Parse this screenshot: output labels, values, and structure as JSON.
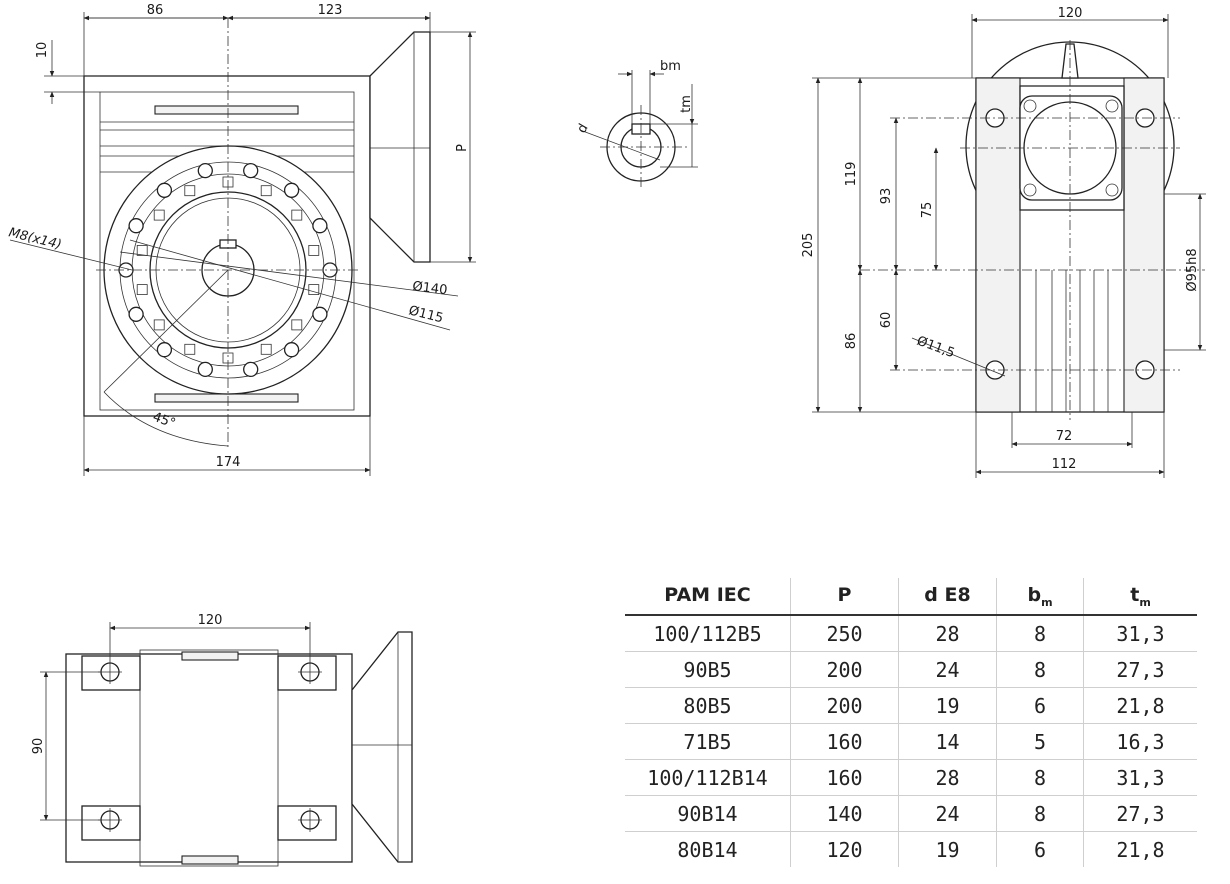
{
  "front_view": {
    "dim_top_left": "86",
    "dim_top_right": "123",
    "dim_left_small": "10",
    "flange_height_label": "P",
    "bolt_label": "M8(x14)",
    "dia_outer": "Ø140",
    "dia_inner": "Ø115",
    "angle": "45°",
    "width": "174"
  },
  "shaft_section": {
    "b_label": "bm",
    "t_label": "tm",
    "d_label": "d"
  },
  "side_view": {
    "width_top": "120",
    "height_total": "205",
    "upper_height": "119",
    "dim_93": "93",
    "dim_75": "75",
    "dim_60": "60",
    "lower_height": "86",
    "hole_dia": "Ø11,5",
    "pilot_dia": "Ø95h8",
    "base_inner": "72",
    "base_outer": "112"
  },
  "bottom_view": {
    "width": "120",
    "height": "90"
  },
  "table": {
    "headers": [
      {
        "main": "PAM IEC",
        "sub": ""
      },
      {
        "main": "P",
        "sub": ""
      },
      {
        "main": "d E8",
        "sub": ""
      },
      {
        "main": "b",
        "sub": "m"
      },
      {
        "main": "t",
        "sub": "m"
      }
    ],
    "rows": [
      [
        "100/112B5",
        "250",
        "28",
        "8",
        "31,3"
      ],
      [
        "90B5",
        "200",
        "24",
        "8",
        "27,3"
      ],
      [
        "80B5",
        "200",
        "19",
        "6",
        "21,8"
      ],
      [
        "71B5",
        "160",
        "14",
        "5",
        "16,3"
      ],
      [
        "100/112B14",
        "160",
        "28",
        "8",
        "31,3"
      ],
      [
        "90B14",
        "140",
        "24",
        "8",
        "27,3"
      ],
      [
        "80B14",
        "120",
        "19",
        "6",
        "21,8"
      ]
    ]
  }
}
